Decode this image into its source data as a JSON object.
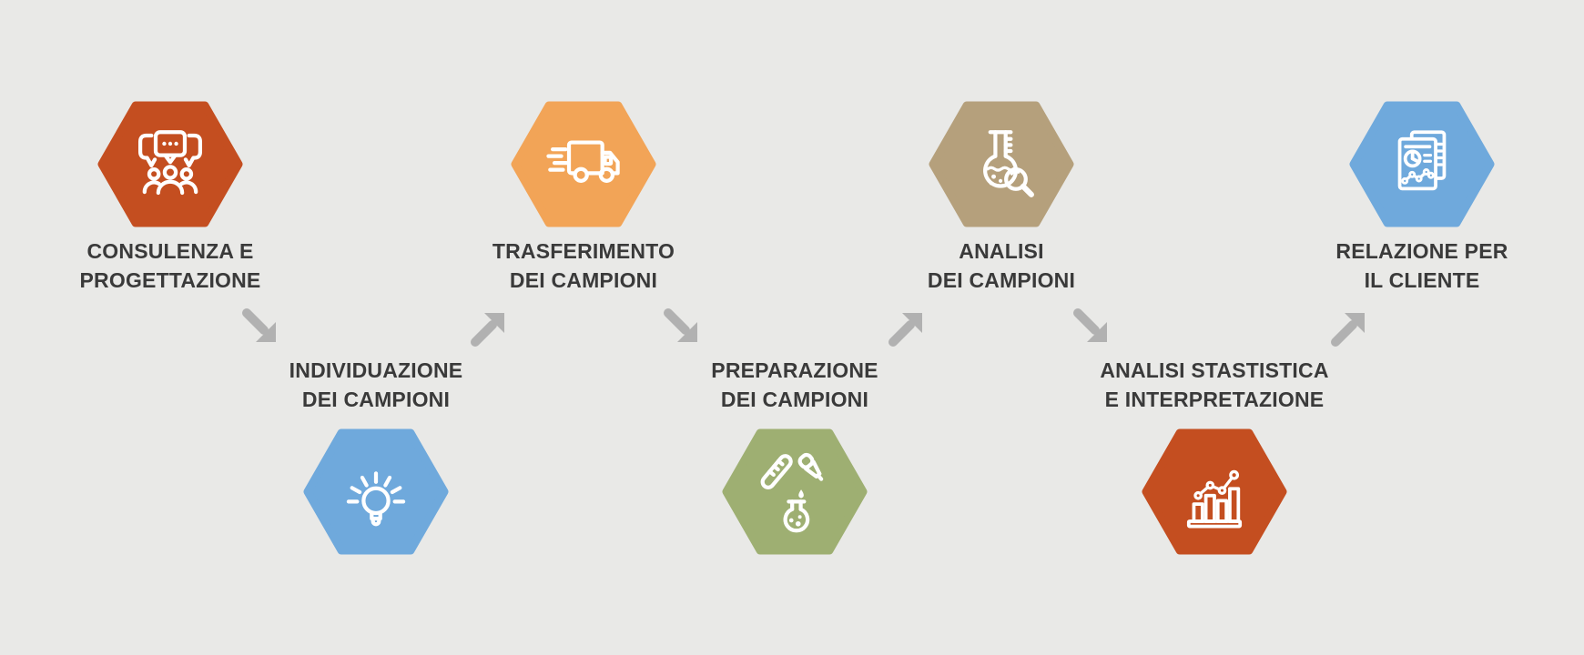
{
  "background_color": "#e9e9e7",
  "arrow_color": "#b1b1b1",
  "label_color": "#3a3a3a",
  "steps": [
    {
      "id": 1,
      "row": "top",
      "color": "#c44e20",
      "icon": "chat-people-icon",
      "label_lines": [
        "CONSULENZA E",
        "PROGETTAZIONE"
      ]
    },
    {
      "id": 2,
      "row": "bottom",
      "color": "#6fa9dc",
      "icon": "lightbulb-icon",
      "label_lines": [
        "INDIVIDUAZIONE",
        "DEI CAMPIONI"
      ]
    },
    {
      "id": 3,
      "row": "top",
      "color": "#f2a457",
      "icon": "delivery-truck-icon",
      "label_lines": [
        "TRASFERIMENTO",
        "DEI CAMPIONI"
      ]
    },
    {
      "id": 4,
      "row": "bottom",
      "color": "#9eaf72",
      "icon": "sample-prep-icon",
      "label_lines": [
        "PREPARAZIONE",
        "DEI CAMPIONI"
      ]
    },
    {
      "id": 5,
      "row": "top",
      "color": "#b5a07c",
      "icon": "flask-magnifier-icon",
      "label_lines": [
        "ANALISI",
        "DEI CAMPIONI"
      ]
    },
    {
      "id": 6,
      "row": "bottom",
      "color": "#c44e20",
      "icon": "bar-chart-icon",
      "label_lines": [
        "ANALISI STASTISTICA",
        "E INTERPRETAZIONE"
      ]
    },
    {
      "id": 7,
      "row": "top",
      "color": "#6fa9dc",
      "icon": "report-icon",
      "label_lines": [
        "RELAZIONE PER",
        "IL CLIENTE"
      ]
    }
  ],
  "arrows": [
    {
      "direction": "down-right"
    },
    {
      "direction": "up-right"
    },
    {
      "direction": "down-right"
    },
    {
      "direction": "up-right"
    },
    {
      "direction": "down-right"
    },
    {
      "direction": "up-right"
    }
  ]
}
